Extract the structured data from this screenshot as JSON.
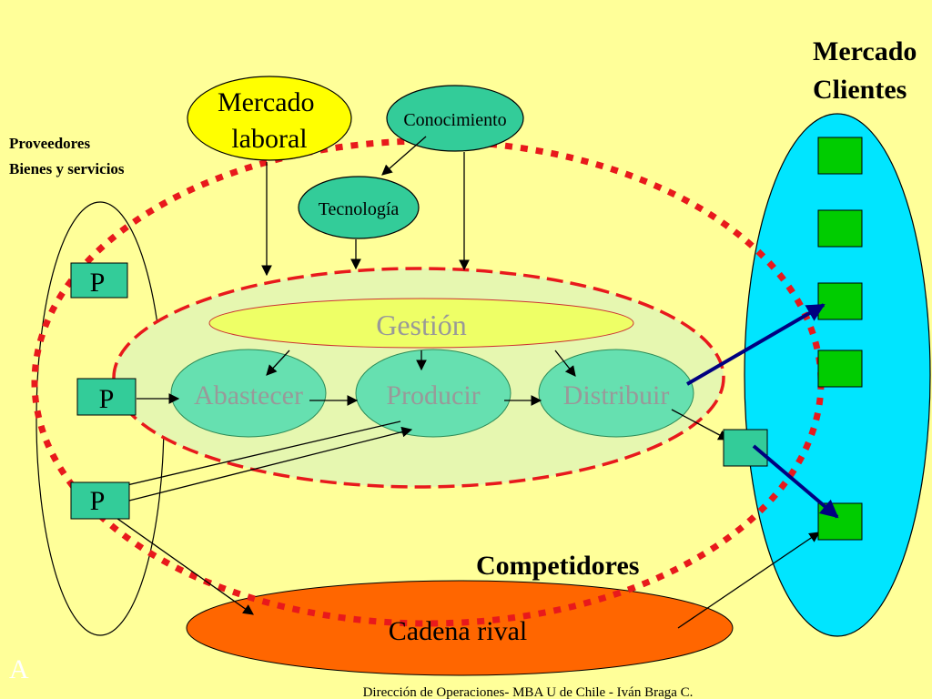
{
  "title_market": [
    "Mercado",
    "Clientes"
  ],
  "suppliers_label": [
    "Proveedores",
    "Bienes y servicios"
  ],
  "labor_market": [
    "Mercado",
    "laboral"
  ],
  "knowledge": "Conocimiento",
  "technology": "Tecnología",
  "management": "Gestión",
  "processes": {
    "supply": "Abastecer",
    "produce": "Producir",
    "distribute": "Distribuir"
  },
  "supplier_boxes": [
    "P",
    "P",
    "P"
  ],
  "competitors": "Competidores",
  "rival_chain": "Cadena rival",
  "corner_letter": "A",
  "footer": "Dirección de Operaciones- MBA U de Chile - Iván Braga C.",
  "colors": {
    "background": "#ffff99",
    "labor_market": "#ffff00",
    "teal": "#33cc99",
    "process": "#66e0b0",
    "management": "#eeff66",
    "inner_area": "#e6f7b0",
    "clients": "#00e5ff",
    "client_box": "#00cc00",
    "rival": "#ff6600",
    "dashed_red": "#e8191c",
    "navy": "#000080"
  }
}
